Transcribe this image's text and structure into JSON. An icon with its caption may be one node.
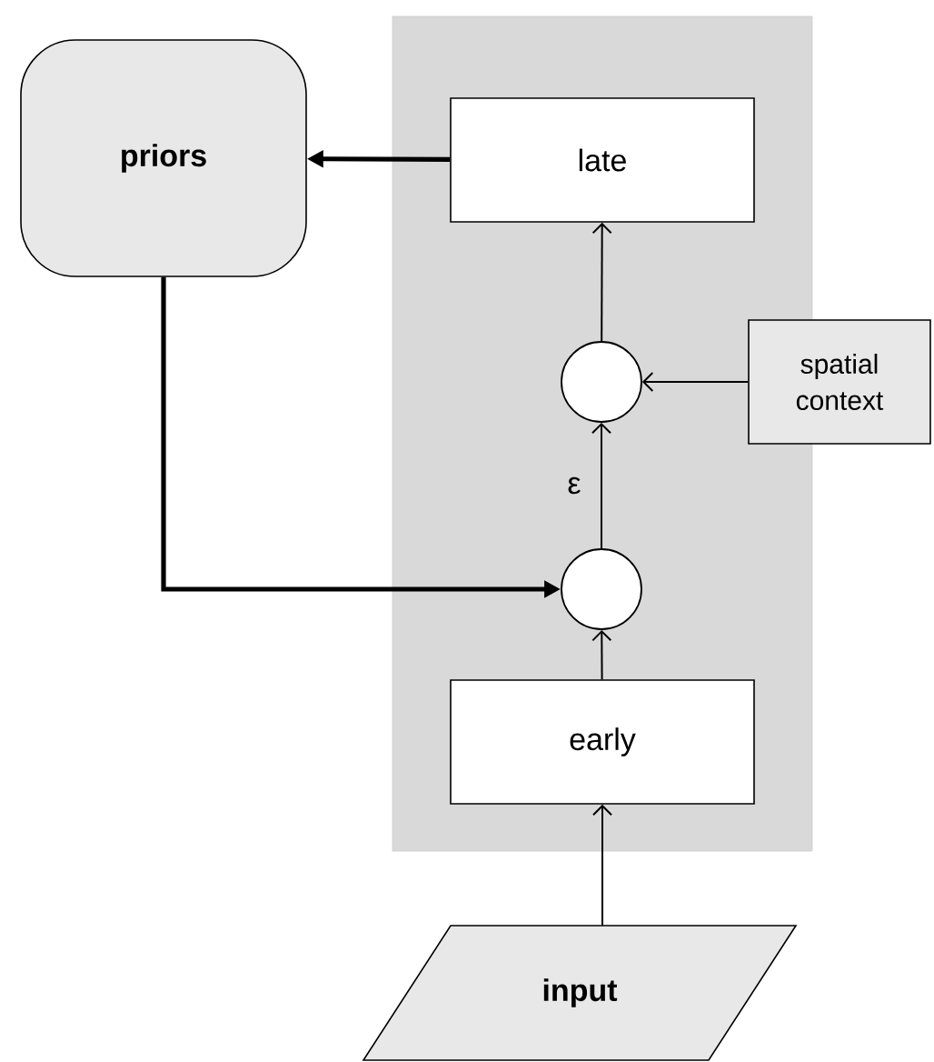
{
  "diagram": {
    "nodes": [
      {
        "text": [],
        "shape": "box"
      },
      {
        "text": [
          "priors"
        ]
      },
      {
        "text": [
          "late"
        ],
        "in": 0
      },
      {
        "text": [],
        "shape": "circle",
        "in": 0
      },
      {
        "text": [
          "spatial context"
        ]
      },
      {
        "text": [],
        "shape": "circle",
        "in": 0
      },
      {
        "text": [
          "early"
        ],
        "in": 0
      },
      {
        "text": [
          "input"
        ]
      }
    ],
    "edges": [
      {
        "from": 2,
        "to": 1,
        "arrow": "to",
        "style": "thick"
      },
      {
        "from": 1,
        "to": 5,
        "arrow": "to",
        "style": "thick"
      },
      {
        "from": 3,
        "to": 2,
        "arrow": "to"
      },
      {
        "from": 4,
        "to": 3,
        "arrow": "to"
      },
      {
        "from": 5,
        "to": 3,
        "arrow": "to",
        "label": "ε"
      },
      {
        "from": 6,
        "to": 5,
        "arrow": "to"
      },
      {
        "from": 7,
        "to": 6,
        "arrow": "to"
      }
    ]
  }
}
